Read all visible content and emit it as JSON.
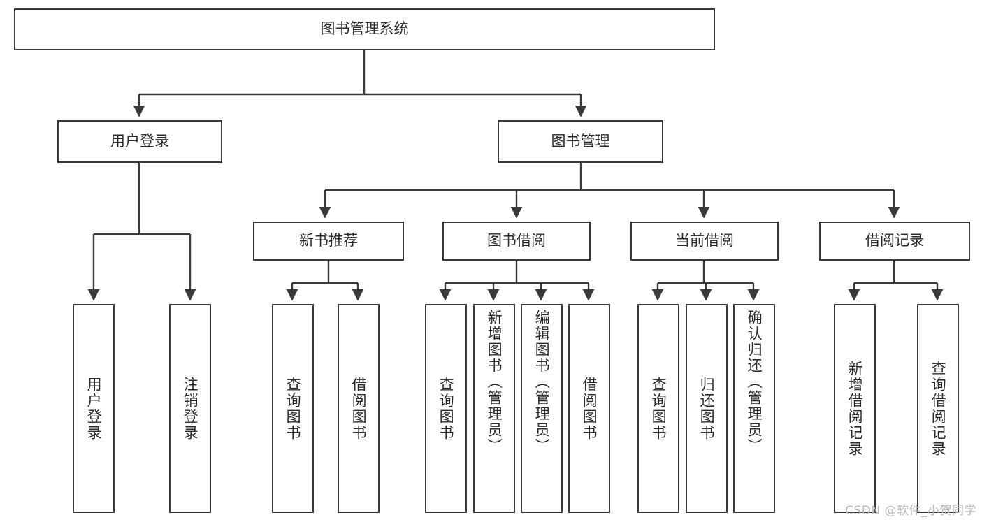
{
  "diagram": {
    "type": "tree-hierarchy",
    "title": "图书管理系统",
    "root": {
      "id": "root",
      "label": "图书管理系统"
    },
    "level2": [
      {
        "id": "user-login",
        "label": "用户登录"
      },
      {
        "id": "book-manage",
        "label": "图书管理"
      }
    ],
    "level3": [
      {
        "id": "new-book-recommend",
        "label": "新书推荐",
        "parent": "book-manage"
      },
      {
        "id": "book-borrow",
        "label": "图书借阅",
        "parent": "book-manage"
      },
      {
        "id": "current-borrow",
        "label": "当前借阅",
        "parent": "book-manage"
      },
      {
        "id": "borrow-record",
        "label": "借阅记录",
        "parent": "book-manage"
      }
    ],
    "leaves": [
      {
        "id": "leaf-user-login",
        "label": "用户登录",
        "parent": "user-login"
      },
      {
        "id": "leaf-user-logout",
        "label": "注销登录",
        "parent": "user-login"
      },
      {
        "id": "leaf-query-book-1",
        "label": "查询图书",
        "parent": "new-book-recommend"
      },
      {
        "id": "leaf-borrow-book-1",
        "label": "借阅图书",
        "parent": "new-book-recommend"
      },
      {
        "id": "leaf-query-book-2",
        "label": "查询图书",
        "parent": "book-borrow"
      },
      {
        "id": "leaf-add-book",
        "label": "新增图书（管理员）",
        "parent": "book-borrow"
      },
      {
        "id": "leaf-edit-book",
        "label": "编辑图书（管理员）",
        "parent": "book-borrow"
      },
      {
        "id": "leaf-borrow-book-2",
        "label": "借阅图书",
        "parent": "book-borrow"
      },
      {
        "id": "leaf-query-book-3",
        "label": "查询图书",
        "parent": "current-borrow"
      },
      {
        "id": "leaf-return-book",
        "label": "归还图书",
        "parent": "current-borrow"
      },
      {
        "id": "leaf-confirm-return",
        "label": "确认归还（管理员）",
        "parent": "current-borrow"
      },
      {
        "id": "leaf-add-record",
        "label": "新增借阅记录",
        "parent": "borrow-record"
      },
      {
        "id": "leaf-query-record",
        "label": "查询借阅记录",
        "parent": "borrow-record"
      }
    ],
    "colors": {
      "stroke": "#3a3a3a",
      "text": "#2b2b2b",
      "background": "#ffffff",
      "watermark": "#b9b9b9"
    }
  },
  "watermark": {
    "text": "CSDN @软件_小贺同学"
  }
}
